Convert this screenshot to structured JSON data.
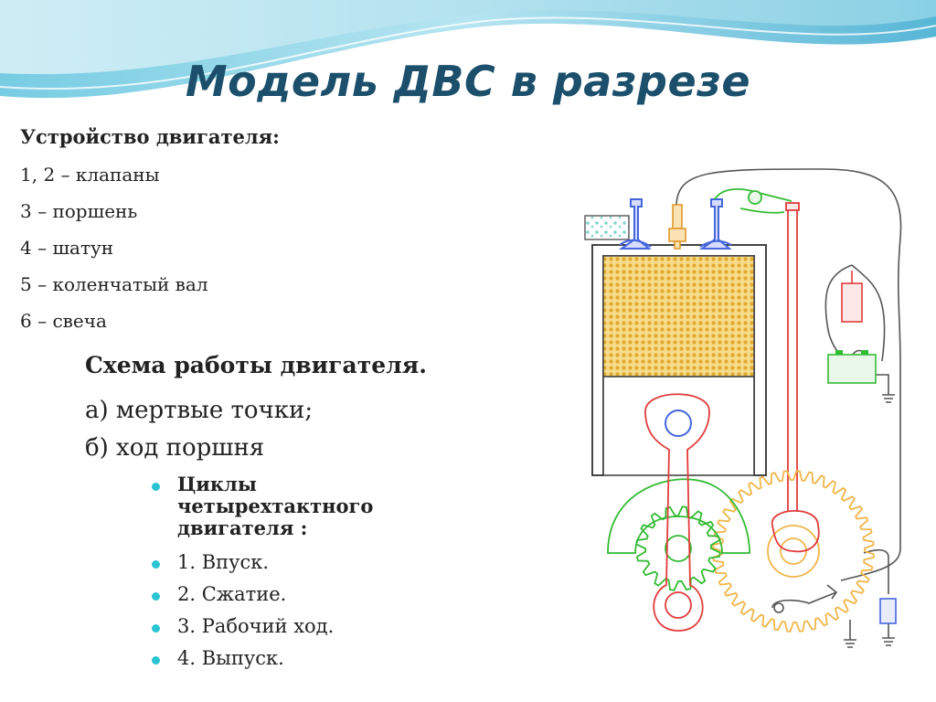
{
  "title": "Модель ДВС в разрезе",
  "device": {
    "heading": "Устройство двигателя:",
    "items": [
      "1, 2 – клапаны",
      "3 – поршень",
      "4 – шатун",
      "5 – коленчатый вал",
      "6 – свеча"
    ]
  },
  "scheme": {
    "heading": "Схема работы  двигателя.",
    "items": [
      "а) мертвые точки;",
      "б) ход поршня"
    ]
  },
  "cycles": {
    "heading": "Циклы четырехтактного двигателя :",
    "items": [
      "1. Впуск.",
      "2. Сжатие.",
      "3. Рабочий ход.",
      "4. Выпуск."
    ]
  },
  "colors": {
    "title": "#1b4f6b",
    "bullet": "#29c4d4",
    "fuel": "#f2c14e",
    "gear_green": "#33bb33",
    "gear_orange": "#f0b64a",
    "rod_red": "#e23b3b",
    "valve_blue": "#4466dd",
    "wire_gray": "#555555"
  }
}
